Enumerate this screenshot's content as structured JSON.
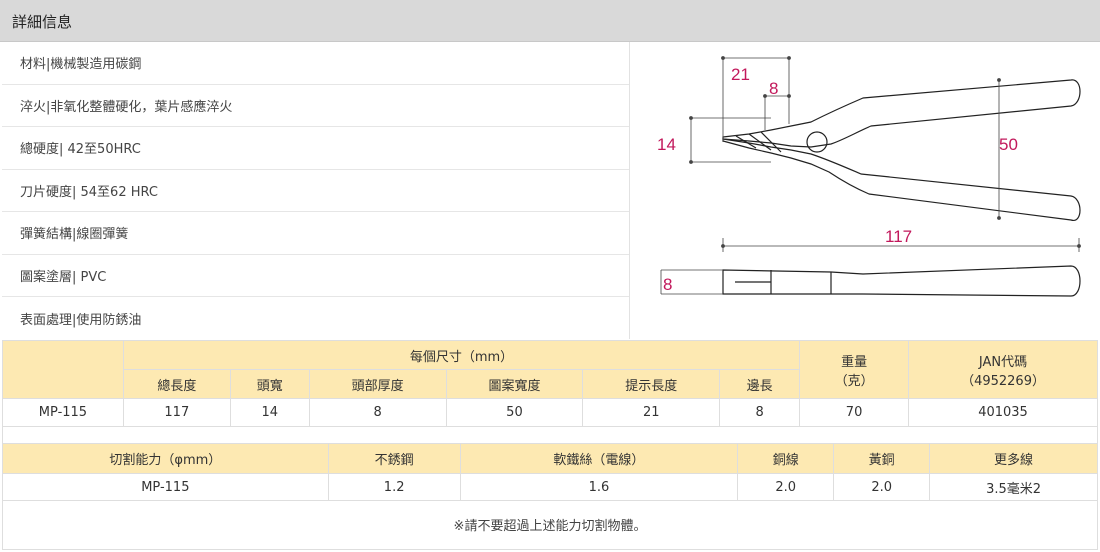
{
  "header": {
    "title": "詳細信息"
  },
  "specs": [
    "材料|機械製造用碳鋼",
    "淬火|非氧化整體硬化，葉片感應淬火",
    "總硬度| 42至50HRC",
    "刀片硬度| 54至62 HRC",
    "彈簧結構|線圈彈簧",
    "圖案塗層| PVC",
    "表面處理|使用防銹油"
  ],
  "diagram": {
    "dim_21": "21",
    "dim_8_top": "8",
    "dim_14": "14",
    "dim_50": "50",
    "dim_117": "117",
    "dim_8_side": "8",
    "accent_color": "#c2185b"
  },
  "dimensions_table": {
    "group_header": "每個尺寸（mm）",
    "weight_header_line1": "重量",
    "weight_header_line2": "（克）",
    "jan_header_line1": "JAN代碼",
    "jan_header_line2": "（4952269）",
    "columns": [
      "總長度",
      "頭寬",
      "頭部厚度",
      "圖案寬度",
      "提示長度",
      "邊長"
    ],
    "row": {
      "model": "MP-115",
      "total_length": "117",
      "head_width": "14",
      "head_thickness": "8",
      "pattern_width": "50",
      "tip_length": "21",
      "edge_length": "8",
      "weight": "70",
      "jan": "401035"
    }
  },
  "cutting_table": {
    "headers": [
      "切割能力（φmm）",
      "不銹鋼",
      "軟鐵絲（電線）",
      "銅線",
      "黃銅",
      "更多線"
    ],
    "row": {
      "model": "MP-115",
      "stainless": "1.2",
      "soft_iron": "1.6",
      "copper": "2.0",
      "brass": "2.0",
      "more": "3.5毫米2"
    }
  },
  "note": "※請不要超過上述能力切割物體。"
}
